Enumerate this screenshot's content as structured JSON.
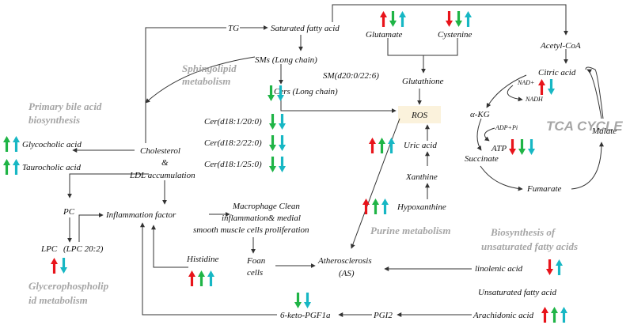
{
  "colors": {
    "red": "#e8141b",
    "green": "#1fb446",
    "cyan": "#17b7c4",
    "gray": "#a6a6a6",
    "ros_bg": "#fbf2dc"
  },
  "sections": {
    "sphingolipid": [
      "Sphingolipid",
      "metabolism"
    ],
    "primary_bile": [
      "Primary bile acid",
      "biosynthesis"
    ],
    "glycerophospholipid": [
      "Glycerophospholip",
      "id metabolism"
    ],
    "purine": "Purine metabolism",
    "unsat": [
      "Biosynthesis of",
      "unsaturated fatty acids"
    ],
    "tca": "TCA CYCLE"
  },
  "nodes": {
    "tg": "TG",
    "saturated_fatty_acid": "Saturated fatty acid",
    "glutamate": "Glutamate",
    "cystenine": "Cystenine",
    "acetyl_coa": "Acetyl-CoA",
    "sms": "SMs (Long chain)",
    "sm_d20": "SM(d20:0/22:6)",
    "cers": "Cers (Long chain)",
    "glutathione": "Glutathione",
    "citric_acid": "Citric acid",
    "nad": "NAD+",
    "nadh": "NADH",
    "ros": "ROS",
    "alpha_kg": "α-KG",
    "adp_pi": "ADP+Pi",
    "atp": "ATP",
    "succinate": "Succinate",
    "malate": "Malate",
    "fumarate": "Fumarate",
    "cer1": "Cer(d18:1/20:0)",
    "cer2": "Cer(d18:2/22:0)",
    "cer3": "Cer(d18:1/25:0)",
    "glycocholic": "Glycocholic acid",
    "taurocholic": "Taurocholic acid",
    "cholesterol": "Cholesterol",
    "amp": "&",
    "ldl": "LDL accumulation",
    "uric_acid": "Uric acid",
    "xanthine": "Xanthine",
    "hypoxanthine": "Hypoxanthine",
    "pc": "PC",
    "inflammation": "Inflammation factor",
    "macro1": "Macrophage Clean",
    "macro2": "inflammation& medial",
    "macro3": "smooth muscle cells proliferation",
    "lpc": "LPC",
    "lpc202": "(LPC 20:2)",
    "histidine": "Histidine",
    "foan1": "Foan",
    "foan2": "cells",
    "as1": "Atherosclerosis",
    "as2": "(AS)",
    "linolenic": "linolenic acid",
    "unsat_fa": "Unsaturated fatty acid",
    "keto": "6-keto-PGF1a",
    "pgi2": "PGI2",
    "arachidonic": "Arachidonic acid"
  },
  "indicators": {
    "glutamate": [
      "red-up",
      "green-down",
      "cyan-up"
    ],
    "cystenine": [
      "red-down",
      "green-down",
      "cyan-up"
    ],
    "citric_acid": [
      "red-up",
      "cyan-down"
    ],
    "cers": [
      "green-down",
      "cyan-down"
    ],
    "atp": [
      "red-down",
      "green-down",
      "cyan-down"
    ],
    "uric_acid": [
      "red-up",
      "green-up",
      "cyan-up"
    ],
    "cer1": [
      "green-down",
      "cyan-down"
    ],
    "cer2": [
      "green-down",
      "cyan-down"
    ],
    "cer3": [
      "green-down",
      "cyan-down"
    ],
    "glycocholic": [
      "green-up",
      "cyan-up"
    ],
    "taurocholic": [
      "green-up",
      "cyan-up"
    ],
    "hypoxanthine": [
      "red-up",
      "green-up",
      "cyan-up"
    ],
    "lpc": [
      "red-up",
      "cyan-down"
    ],
    "histidine": [
      "red-up",
      "green-up",
      "cyan-up"
    ],
    "linolenic": [
      "red-down",
      "cyan-up"
    ],
    "keto": [
      "green-down",
      "cyan-down"
    ],
    "arachidonic": [
      "red-up",
      "green-up",
      "cyan-up"
    ]
  }
}
